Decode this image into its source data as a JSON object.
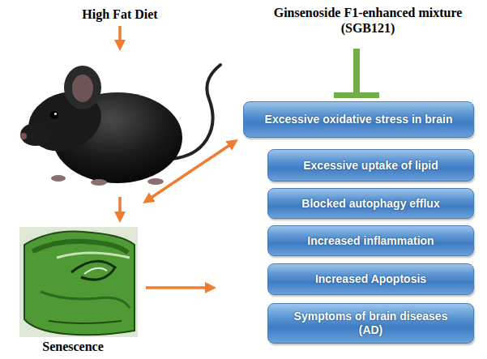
{
  "diagram": {
    "nodes": [
      {
        "text": [
          "Excessive oxidative stress in brain"
        ]
      },
      {
        "text": [
          "Excessive uptake of lipid"
        ]
      },
      {
        "text": [
          "Blocked autophagy efflux"
        ]
      },
      {
        "text": [
          "Increased inflammation"
        ]
      },
      {
        "text": [
          "Increased Apoptosis"
        ]
      },
      {
        "text": [
          "Symptoms of brain diseases (AD)"
        ]
      }
    ],
    "labels": [
      "High Fat Diet",
      "Ginsenoside F1-enhanced mixture (SGB121)",
      "Senescence"
    ]
  }
}
